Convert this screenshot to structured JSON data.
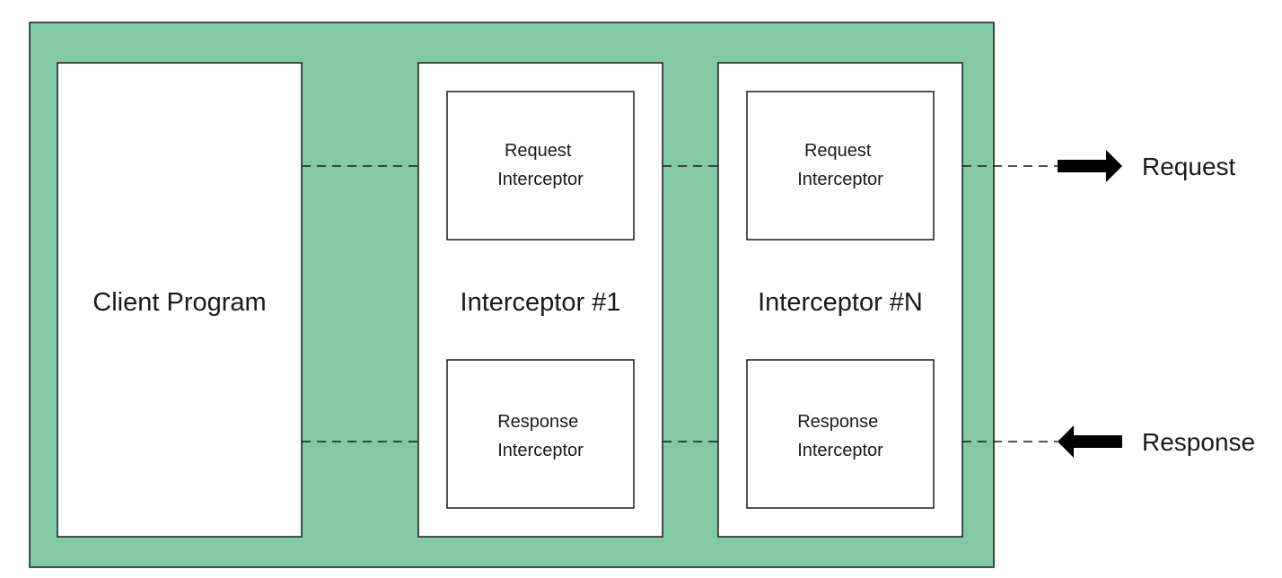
{
  "diagram": {
    "colors": {
      "container_fill": "#83c9a3",
      "box_fill": "#ffffff",
      "stroke": "#1a1a1a",
      "arrow": "#000000"
    },
    "client": {
      "label": "Client Program"
    },
    "interceptors": [
      {
        "label": "Interceptor #1",
        "request": {
          "line1": "Request",
          "line2": "Interceptor"
        },
        "response": {
          "line1": "Response",
          "line2": "Interceptor"
        }
      },
      {
        "label": "Interceptor #N",
        "request": {
          "line1": "Request",
          "line2": "Interceptor"
        },
        "response": {
          "line1": "Response",
          "line2": "Interceptor"
        }
      }
    ],
    "outputs": {
      "request": "Request",
      "response": "Response"
    },
    "icons": {
      "request_arrow": "arrow-right-icon",
      "response_arrow": "arrow-left-icon"
    }
  }
}
